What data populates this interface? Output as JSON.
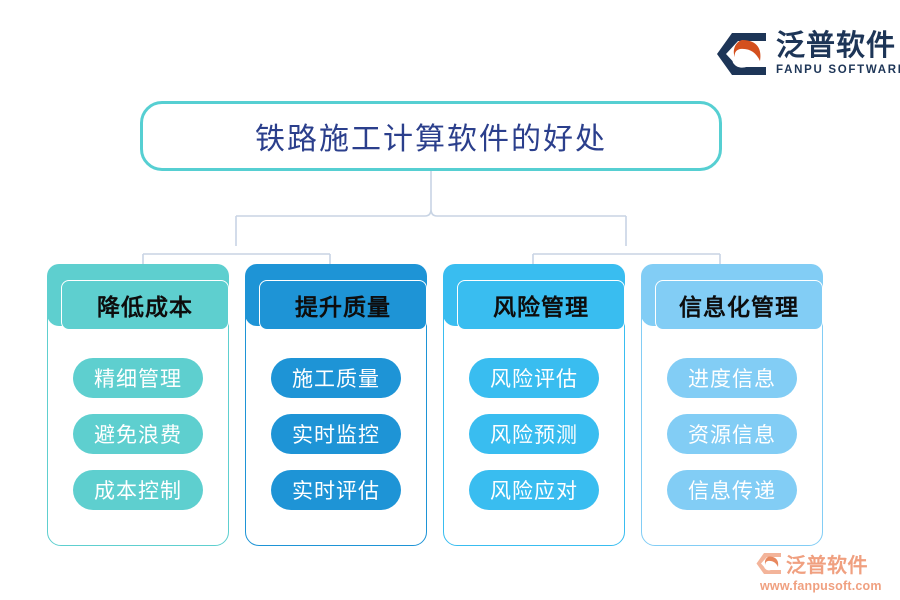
{
  "brand": {
    "logo_icon": "fanpu-logo-icon",
    "name_cn": "泛普软件",
    "name_en": "FANPU SOFTWARE"
  },
  "title": {
    "text": "铁路施工计算软件的好处",
    "border_color": "#56cfd2",
    "text_color": "#2b3f8c"
  },
  "connector": {
    "line_color": "#c8d4e4"
  },
  "columns": [
    {
      "header": "降低成本",
      "accent": "#5ecfcf",
      "items": [
        "精细管理",
        "避免浪费",
        "成本控制"
      ]
    },
    {
      "header": "提升质量",
      "accent": "#1e94d6",
      "items": [
        "施工质量",
        "实时监控",
        "实时评估"
      ]
    },
    {
      "header": "风险管理",
      "accent": "#39bdf0",
      "items": [
        "风险评估",
        "风险预测",
        "风险应对"
      ]
    },
    {
      "header": "信息化管理",
      "accent": "#82cdf5",
      "items": [
        "进度信息",
        "资源信息",
        "信息传递"
      ]
    }
  ],
  "watermark": {
    "logo_icon": "fanpu-watermark-icon",
    "name_cn": "泛普软件",
    "url": "www.fanpusoft.com",
    "color": "#f0a080"
  }
}
